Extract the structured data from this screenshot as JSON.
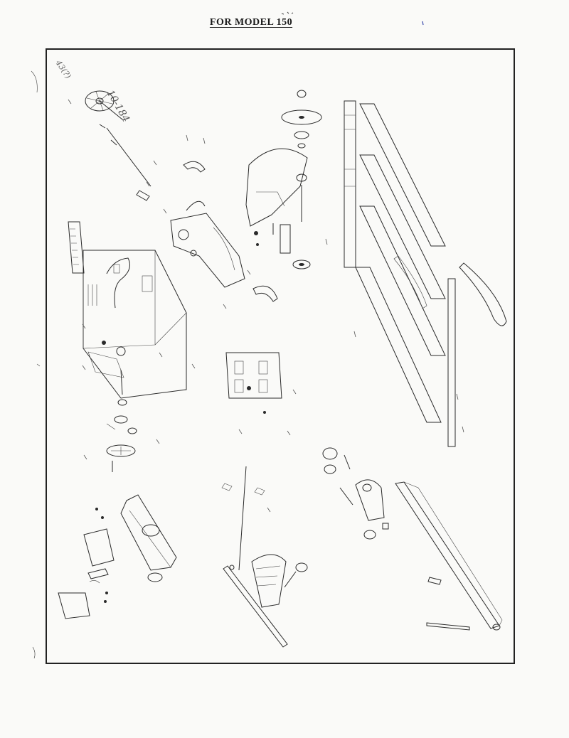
{
  "document": {
    "title": "FOR MODEL 150"
  },
  "handwriting": {
    "note": "10-184",
    "scribble": "43(?)"
  }
}
